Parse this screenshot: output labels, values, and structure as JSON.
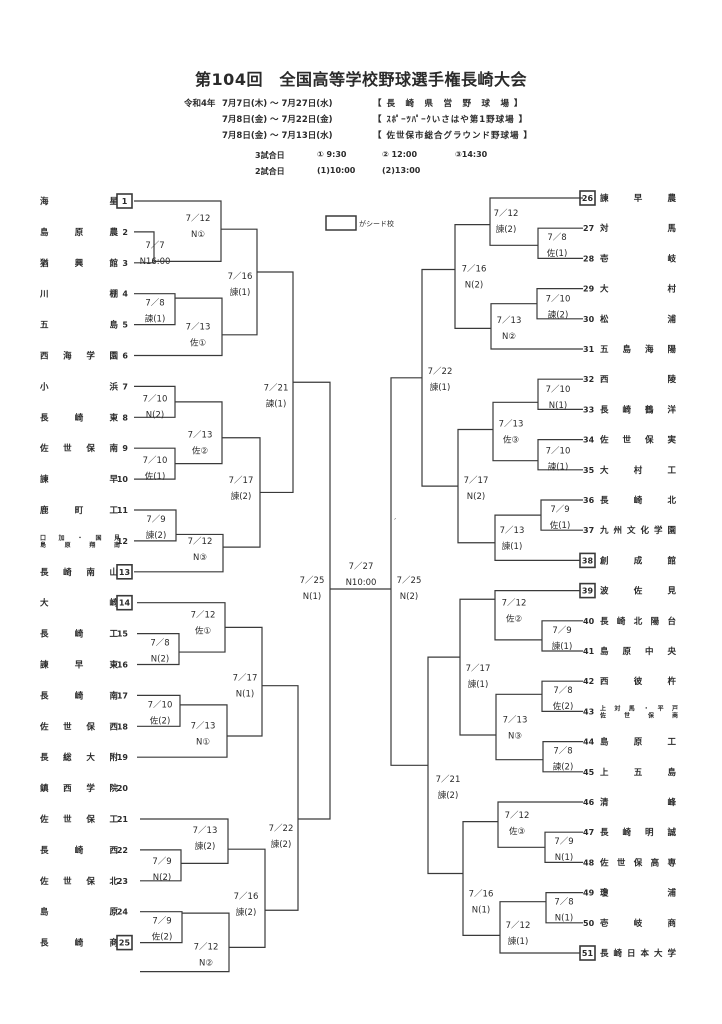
{
  "header": {
    "title": "第104回　全国高等学校野球選手権長崎大会",
    "schedule": [
      {
        "prefix": "令和4年",
        "range": "7月7日(木) 〜 7月27日(水)",
        "venue": "【 長　崎　県　営　野　球　場 】"
      },
      {
        "prefix": "",
        "range": "7月8日(金) 〜 7月22日(金)",
        "venue": "【 ｽﾎﾟｰﾂﾊﾟｰｸいさはや第1野球場 】"
      },
      {
        "prefix": "",
        "range": "7月8日(金) 〜 7月13日(水)",
        "venue": "【 佐世保市総合グラウンド野球場 】"
      }
    ],
    "times": [
      {
        "label": "3試合日",
        "slots": [
          "① 9:30",
          "② 12:00",
          "③14:30"
        ]
      },
      {
        "label": "2試合日",
        "slots": [
          "(1)10:00",
          "(2)13:00"
        ]
      }
    ]
  },
  "legend": {
    "text": "がシード校"
  },
  "teams_left": [
    {
      "num": "1",
      "name": "海　　　　星",
      "seed": true
    },
    {
      "num": "2",
      "name": "島　　原　　農",
      "seed": false
    },
    {
      "num": "3",
      "name": "猶　　興　　館",
      "seed": false
    },
    {
      "num": "4",
      "name": "川　　　　棚",
      "seed": false
    },
    {
      "num": "5",
      "name": "五　　　　島",
      "seed": false
    },
    {
      "num": "6",
      "name": "西　海　学　園",
      "seed": false
    },
    {
      "num": "7",
      "name": "小　　　　浜",
      "seed": false
    },
    {
      "num": "8",
      "name": "長　　崎　　東",
      "seed": false
    },
    {
      "num": "9",
      "name": "佐　世　保　南",
      "seed": false
    },
    {
      "num": "10",
      "name": "諫　　　　早",
      "seed": false
    },
    {
      "num": "11",
      "name": "鹿　　町　　工",
      "seed": false
    },
    {
      "num": "12",
      "name": "口加・国見／島原翔南",
      "seed": false
    },
    {
      "num": "13",
      "name": "長　崎　南　山",
      "seed": true
    },
    {
      "num": "14",
      "name": "大　　　　崎",
      "seed": true
    },
    {
      "num": "15",
      "name": "長　　崎　　工",
      "seed": false
    },
    {
      "num": "16",
      "name": "諫　　早　　東",
      "seed": false
    },
    {
      "num": "17",
      "name": "長　　崎　　南",
      "seed": false
    },
    {
      "num": "18",
      "name": "佐　世　保　西",
      "seed": false
    },
    {
      "num": "19",
      "name": "長　総　大　附",
      "seed": false
    },
    {
      "num": "20",
      "name": "鎮　西　学　院",
      "seed": false
    },
    {
      "num": "21",
      "name": "佐　世　保　工",
      "seed": false
    },
    {
      "num": "22",
      "name": "長　　崎　　西",
      "seed": false
    },
    {
      "num": "23",
      "name": "佐　世　保　北",
      "seed": false
    },
    {
      "num": "24",
      "name": "島　　　　原",
      "seed": false
    },
    {
      "num": "25",
      "name": "長　　崎　　商",
      "seed": true
    }
  ],
  "teams_right": [
    {
      "num": "26",
      "name": "諫　　早　　農",
      "seed": true
    },
    {
      "num": "27",
      "name": "対　　　　馬",
      "seed": false
    },
    {
      "num": "28",
      "name": "壱　　　　岐",
      "seed": false
    },
    {
      "num": "29",
      "name": "大　　　　村",
      "seed": false
    },
    {
      "num": "30",
      "name": "松　　　　浦",
      "seed": false
    },
    {
      "num": "31",
      "name": "五　島　海　陽",
      "seed": false
    },
    {
      "num": "32",
      "name": "西　　　　陵",
      "seed": false
    },
    {
      "num": "33",
      "name": "長　崎　鶴　洋",
      "seed": false
    },
    {
      "num": "34",
      "name": "佐　世　保　実",
      "seed": false
    },
    {
      "num": "35",
      "name": "大　　村　　工",
      "seed": false
    },
    {
      "num": "36",
      "name": "長　　崎　　北",
      "seed": false
    },
    {
      "num": "37",
      "name": "九州文化学園",
      "seed": false
    },
    {
      "num": "38",
      "name": "創　　成　　館",
      "seed": true
    },
    {
      "num": "39",
      "name": "波　　佐　　見",
      "seed": true
    },
    {
      "num": "40",
      "name": "長崎北陽台",
      "seed": false
    },
    {
      "num": "41",
      "name": "島　原　中　央",
      "seed": false
    },
    {
      "num": "42",
      "name": "西　　彼　　杵",
      "seed": false
    },
    {
      "num": "43",
      "name": "上対馬・平戸／佐世保商",
      "seed": false
    },
    {
      "num": "44",
      "name": "島　　原　　工",
      "seed": false
    },
    {
      "num": "45",
      "name": "上　　五　　島",
      "seed": false
    },
    {
      "num": "46",
      "name": "清　　　　峰",
      "seed": false
    },
    {
      "num": "47",
      "name": "長　崎　明　誠",
      "seed": false
    },
    {
      "num": "48",
      "name": "佐世保高専",
      "seed": false
    },
    {
      "num": "49",
      "name": "瓊　　　　浦",
      "seed": false
    },
    {
      "num": "50",
      "name": "壱　　岐　　商",
      "seed": false
    },
    {
      "num": "51",
      "name": "長崎日本大学",
      "seed": true
    }
  ],
  "matches_left": [
    {
      "id": "L-2v3",
      "date": "7／7",
      "venue": "N16:00"
    },
    {
      "id": "L-1vW",
      "date": "7／12",
      "venue": "N①"
    },
    {
      "id": "L-4v5",
      "date": "7／8",
      "venue": "諫(1)"
    },
    {
      "id": "L-Wv6",
      "date": "7／13",
      "venue": "佐①"
    },
    {
      "id": "L-r3a",
      "date": "7／16",
      "venue": "諫(1)"
    },
    {
      "id": "L-7v8",
      "date": "7／10",
      "venue": "N(2)"
    },
    {
      "id": "L-9v10",
      "date": "7／10",
      "venue": "佐(1)"
    },
    {
      "id": "L-r2b",
      "date": "7／13",
      "venue": "佐②"
    },
    {
      "id": "L-11v12",
      "date": "7／9",
      "venue": "諫(2)"
    },
    {
      "id": "L-Wv13",
      "date": "7／12",
      "venue": "N③"
    },
    {
      "id": "L-r3b",
      "date": "7／17",
      "venue": "諫(2)"
    },
    {
      "id": "L-qf1",
      "date": "7／21",
      "venue": "諫(1)"
    },
    {
      "id": "L-15v16",
      "date": "7／8",
      "venue": "N(2)"
    },
    {
      "id": "L-14vW",
      "date": "7／12",
      "venue": "佐①"
    },
    {
      "id": "L-17v18",
      "date": "7／10",
      "venue": "佐(2)"
    },
    {
      "id": "L-Wv19",
      "date": "7／13",
      "venue": "N①"
    },
    {
      "id": "L-r3c",
      "date": "7／17",
      "venue": "N(1)"
    },
    {
      "id": "L-21v22",
      "date": "7／9",
      "venue": "N(2)"
    },
    {
      "id": "L-20vW",
      "date": "7／13",
      "venue": "諫(2)"
    },
    {
      "id": "L-23v24",
      "date": "7／9",
      "venue": "佐(2)"
    },
    {
      "id": "L-Wv25",
      "date": "7／12",
      "venue": "N②"
    },
    {
      "id": "L-r3d",
      "date": "7／16",
      "venue": "諫(2)"
    },
    {
      "id": "L-qf2",
      "date": "7／22",
      "venue": "諫(2)"
    },
    {
      "id": "L-sf",
      "date": "7／25",
      "venue": "N(1)"
    }
  ],
  "matches_right": [
    {
      "id": "R-27v28",
      "date": "7／8",
      "venue": "佐(1)"
    },
    {
      "id": "R-26vW",
      "date": "7／12",
      "venue": "諫(2)"
    },
    {
      "id": "R-29v30",
      "date": "7／10",
      "venue": "諫(2)"
    },
    {
      "id": "R-Wv31",
      "date": "7／13",
      "venue": "N②"
    },
    {
      "id": "R-r3a",
      "date": "7／16",
      "venue": "N(2)"
    },
    {
      "id": "R-32v33",
      "date": "7／10",
      "venue": "N(1)"
    },
    {
      "id": "R-34v35",
      "date": "7／10",
      "venue": "諫(1)"
    },
    {
      "id": "R-r2b",
      "date": "7／13",
      "venue": "佐③"
    },
    {
      "id": "R-36v37",
      "date": "7／9",
      "venue": "佐(1)"
    },
    {
      "id": "R-Wv38",
      "date": "7／13",
      "venue": "諫(1)"
    },
    {
      "id": "R-r3b",
      "date": "7／17",
      "venue": "N(2)"
    },
    {
      "id": "R-qf1",
      "date": "7／22",
      "venue": "諫(1)"
    },
    {
      "id": "R-40v41",
      "date": "7／9",
      "venue": "諫(1)"
    },
    {
      "id": "R-39vW",
      "date": "7／12",
      "venue": "佐②"
    },
    {
      "id": "R-42v43",
      "date": "7／8",
      "venue": "佐(2)"
    },
    {
      "id": "R-44v45",
      "date": "7／8",
      "venue": "諫(2)"
    },
    {
      "id": "R-r2d",
      "date": "7／13",
      "venue": "N③"
    },
    {
      "id": "R-r3c",
      "date": "7／17",
      "venue": "諫(1)"
    },
    {
      "id": "R-47v48",
      "date": "7／9",
      "venue": "N(1)"
    },
    {
      "id": "R-46vW",
      "date": "7／12",
      "venue": "佐③"
    },
    {
      "id": "R-49v50",
      "date": "7／8",
      "venue": "N(1)"
    },
    {
      "id": "R-Wv51",
      "date": "7／12",
      "venue": "諫(1)"
    },
    {
      "id": "R-r3d",
      "date": "7／16",
      "venue": "N(1)"
    },
    {
      "id": "R-qf2",
      "date": "7／21",
      "venue": "諫(2)"
    },
    {
      "id": "R-sf",
      "date": "7／25",
      "venue": "N(2)"
    }
  ],
  "final": {
    "date": "7／27",
    "venue": "N10:00"
  }
}
